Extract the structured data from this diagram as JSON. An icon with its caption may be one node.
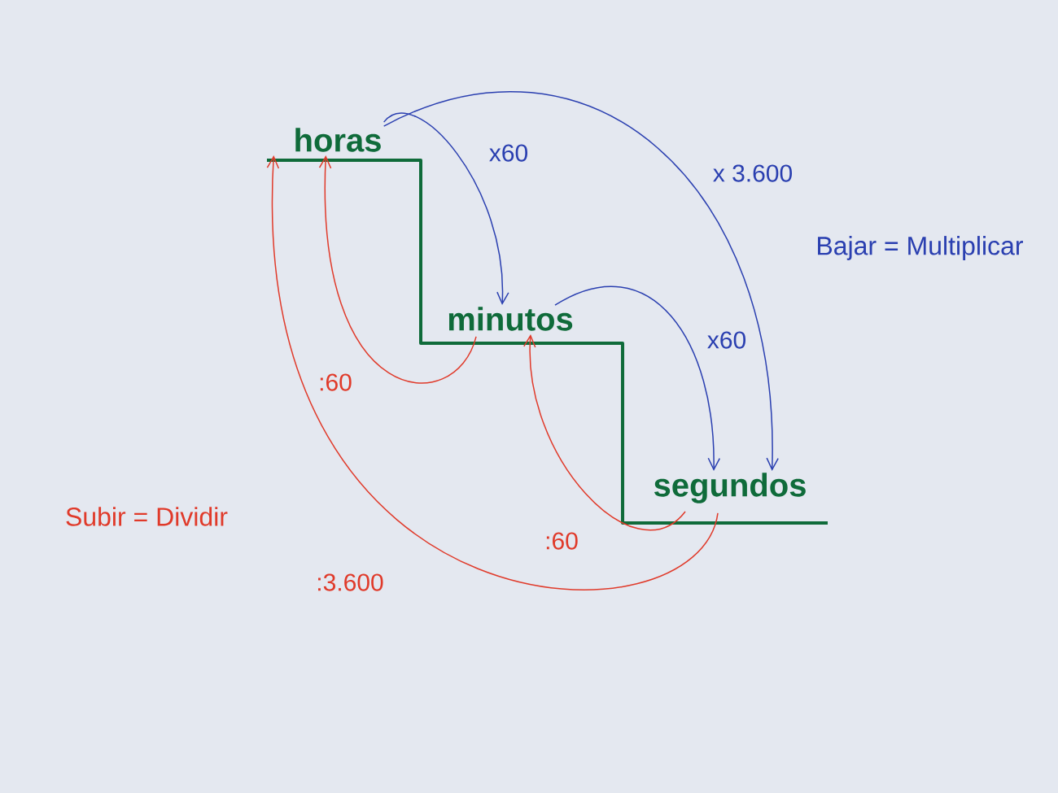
{
  "diagram": {
    "nodes": [
      {
        "text": [
          "horas"
        ]
      },
      {
        "text": [
          "minutos"
        ]
      },
      {
        "text": [
          "segundos"
        ]
      }
    ],
    "edges": [
      {
        "from": 0,
        "to": 1,
        "arrow": "to",
        "label": "x60",
        "color": "#2a3fb0"
      },
      {
        "from": 1,
        "to": 2,
        "arrow": "to",
        "label": "x60",
        "color": "#2a3fb0"
      },
      {
        "from": 0,
        "to": 2,
        "arrow": "to",
        "label": "x 3.600",
        "color": "#2a3fb0"
      },
      {
        "from": 1,
        "to": 0,
        "arrow": "to",
        "label": ":60",
        "color": "#e03a2a"
      },
      {
        "from": 2,
        "to": 1,
        "arrow": "to",
        "label": ":60",
        "color": "#e03a2a"
      },
      {
        "from": 2,
        "to": 0,
        "arrow": "to",
        "label": ":3.600",
        "color": "#e03a2a"
      }
    ],
    "labels": [
      "Bajar = Multiplicar",
      "Subir = Dividir"
    ]
  }
}
